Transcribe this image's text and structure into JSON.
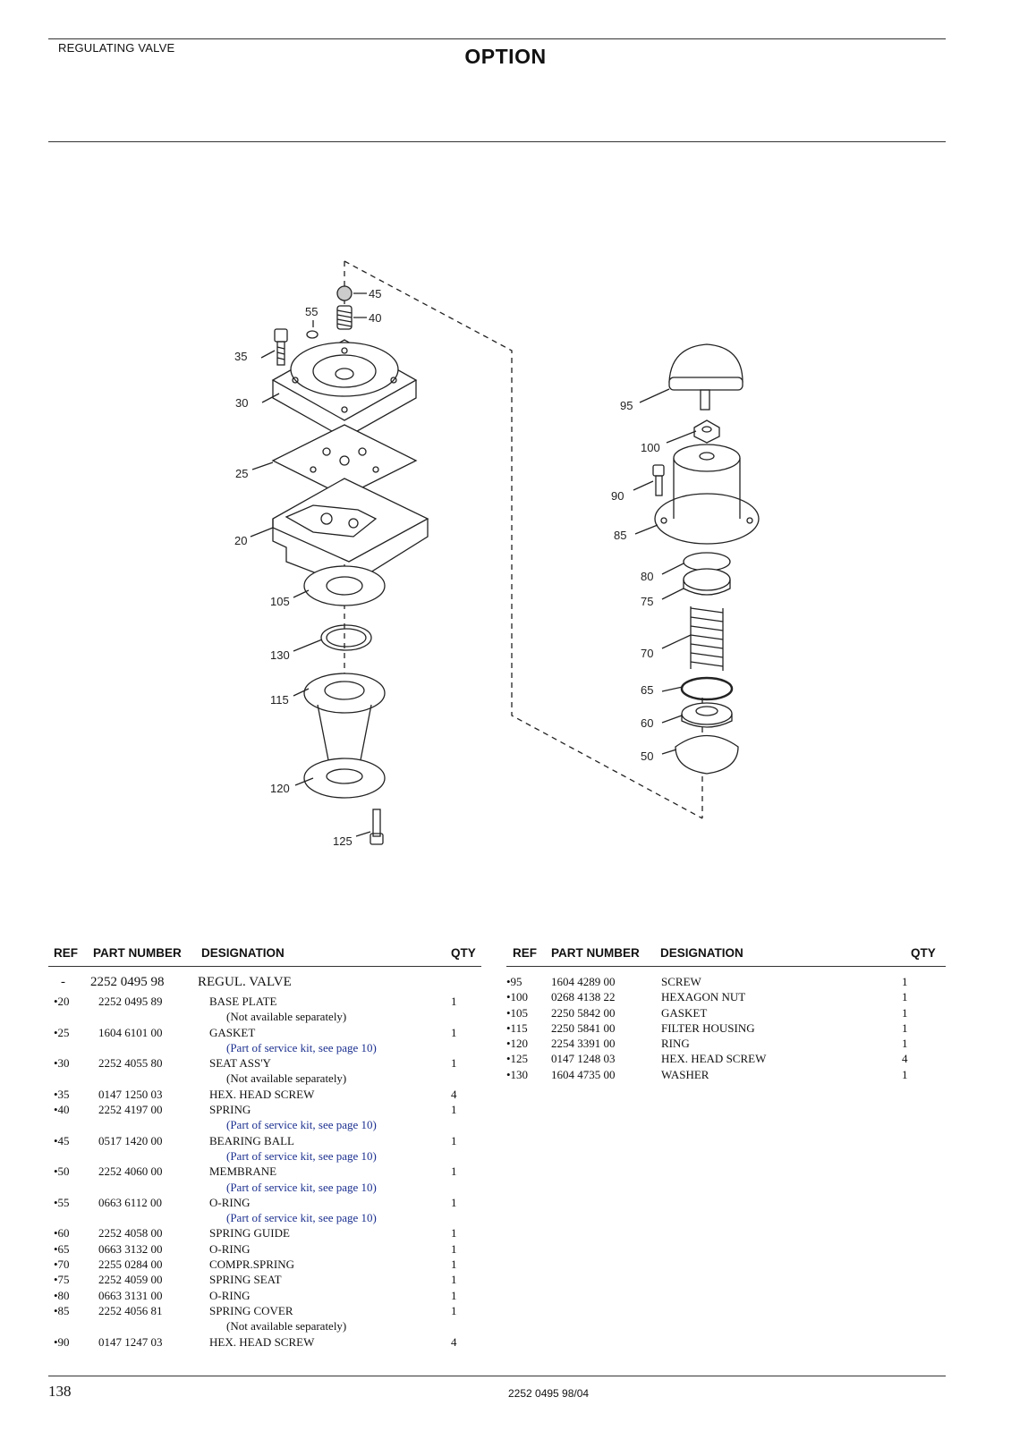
{
  "header": {
    "section": "REGULATING VALVE",
    "title": "OPTION"
  },
  "diagram": {
    "callouts": [
      "45",
      "40",
      "55",
      "35",
      "30",
      "25",
      "20",
      "105",
      "130",
      "115",
      "120",
      "125",
      "95",
      "100",
      "90",
      "85",
      "80",
      "75",
      "70",
      "65",
      "60",
      "50"
    ]
  },
  "table": {
    "headers": {
      "ref": "REF",
      "part": "PART NUMBER",
      "designation": "DESIGNATION",
      "qty": "QTY"
    },
    "left_rows": [
      {
        "ref": "-",
        "part": "2252 0495 98",
        "designation": "REGUL. VALVE",
        "qty": "",
        "main": true
      },
      {
        "ref": "•20",
        "part": "2252 0495 89",
        "designation": "BASE PLATE",
        "qty": "1"
      },
      {
        "note": "(Not available separately)",
        "blue": false
      },
      {
        "ref": "•25",
        "part": "1604 6101 00",
        "designation": "GASKET",
        "qty": "1"
      },
      {
        "note": "(Part of service kit, see page 10)",
        "blue": true
      },
      {
        "ref": "•30",
        "part": "2252 4055 80",
        "designation": "SEAT ASS'Y",
        "qty": "1"
      },
      {
        "note": "(Not available separately)",
        "blue": false
      },
      {
        "ref": "•35",
        "part": "0147 1250 03",
        "designation": "HEX. HEAD SCREW",
        "qty": "4"
      },
      {
        "ref": "•40",
        "part": "2252 4197 00",
        "designation": "SPRING",
        "qty": "1"
      },
      {
        "note": "(Part of service kit, see page 10)",
        "blue": true
      },
      {
        "ref": "•45",
        "part": "0517 1420 00",
        "designation": "BEARING BALL",
        "qty": "1"
      },
      {
        "note": "(Part of service kit, see page 10)",
        "blue": true
      },
      {
        "ref": "•50",
        "part": "2252 4060 00",
        "designation": "MEMBRANE",
        "qty": "1"
      },
      {
        "note": "(Part of service kit, see page 10)",
        "blue": true
      },
      {
        "ref": "•55",
        "part": "0663 6112 00",
        "designation": "O-RING",
        "qty": "1"
      },
      {
        "note": "(Part of service kit, see page 10)",
        "blue": true
      },
      {
        "ref": "•60",
        "part": "2252 4058 00",
        "designation": "SPRING GUIDE",
        "qty": "1"
      },
      {
        "ref": "•65",
        "part": "0663 3132 00",
        "designation": "O-RING",
        "qty": "1"
      },
      {
        "ref": "•70",
        "part": "2255 0284 00",
        "designation": "COMPR.SPRING",
        "qty": "1"
      },
      {
        "ref": "•75",
        "part": "2252 4059 00",
        "designation": "SPRING SEAT",
        "qty": "1"
      },
      {
        "ref": "•80",
        "part": "0663 3131 00",
        "designation": "O-RING",
        "qty": "1"
      },
      {
        "ref": "•85",
        "part": "2252 4056 81",
        "designation": "SPRING COVER",
        "qty": "1"
      },
      {
        "note": "(Not available separately)",
        "blue": false
      },
      {
        "ref": "•90",
        "part": "0147 1247 03",
        "designation": "HEX. HEAD SCREW",
        "qty": "4"
      }
    ],
    "right_rows": [
      {
        "ref": "•95",
        "part": "1604 4289 00",
        "designation": "SCREW",
        "qty": "1"
      },
      {
        "ref": "•100",
        "part": "0268 4138 22",
        "designation": "HEXAGON NUT",
        "qty": "1"
      },
      {
        "ref": "•105",
        "part": "2250 5842 00",
        "designation": "GASKET",
        "qty": "1"
      },
      {
        "ref": "•115",
        "part": "2250 5841 00",
        "designation": "FILTER HOUSING",
        "qty": "1"
      },
      {
        "ref": "•120",
        "part": "2254 3391 00",
        "designation": "RING",
        "qty": "1"
      },
      {
        "ref": "•125",
        "part": "0147 1248 03",
        "designation": "HEX. HEAD SCREW",
        "qty": "4"
      },
      {
        "ref": "•130",
        "part": "1604 4735 00",
        "designation": "WASHER",
        "qty": "1"
      }
    ]
  },
  "footer": {
    "page": "138",
    "doc": "2252 0495 98/04"
  }
}
